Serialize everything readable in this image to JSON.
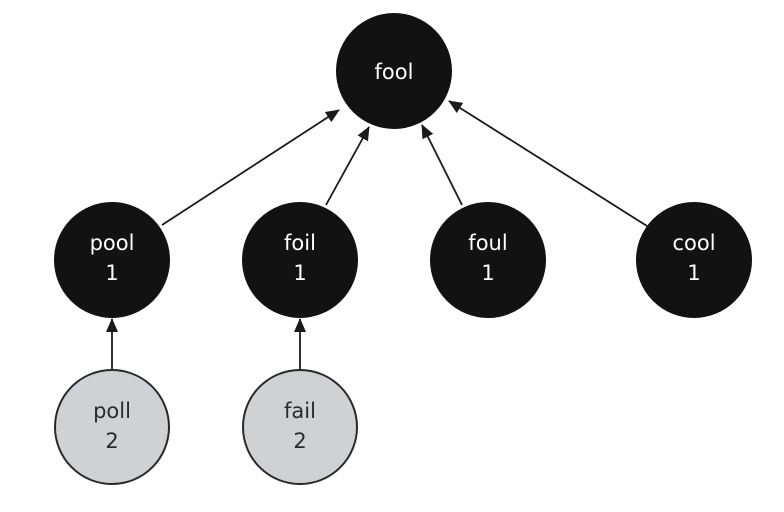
{
  "diagram": {
    "root": {
      "word": "fool"
    },
    "level1": [
      {
        "word": "pool",
        "distance": "1"
      },
      {
        "word": "foil",
        "distance": "1"
      },
      {
        "word": "foul",
        "distance": "1"
      },
      {
        "word": "cool",
        "distance": "1"
      }
    ],
    "level2": [
      {
        "word": "poll",
        "distance": "2",
        "parent": "pool"
      },
      {
        "word": "fail",
        "distance": "2",
        "parent": "foil"
      }
    ],
    "colors": {
      "dark_node": "#121212",
      "light_node": "#cfd1d4",
      "edge": "#1a1a1a"
    }
  }
}
